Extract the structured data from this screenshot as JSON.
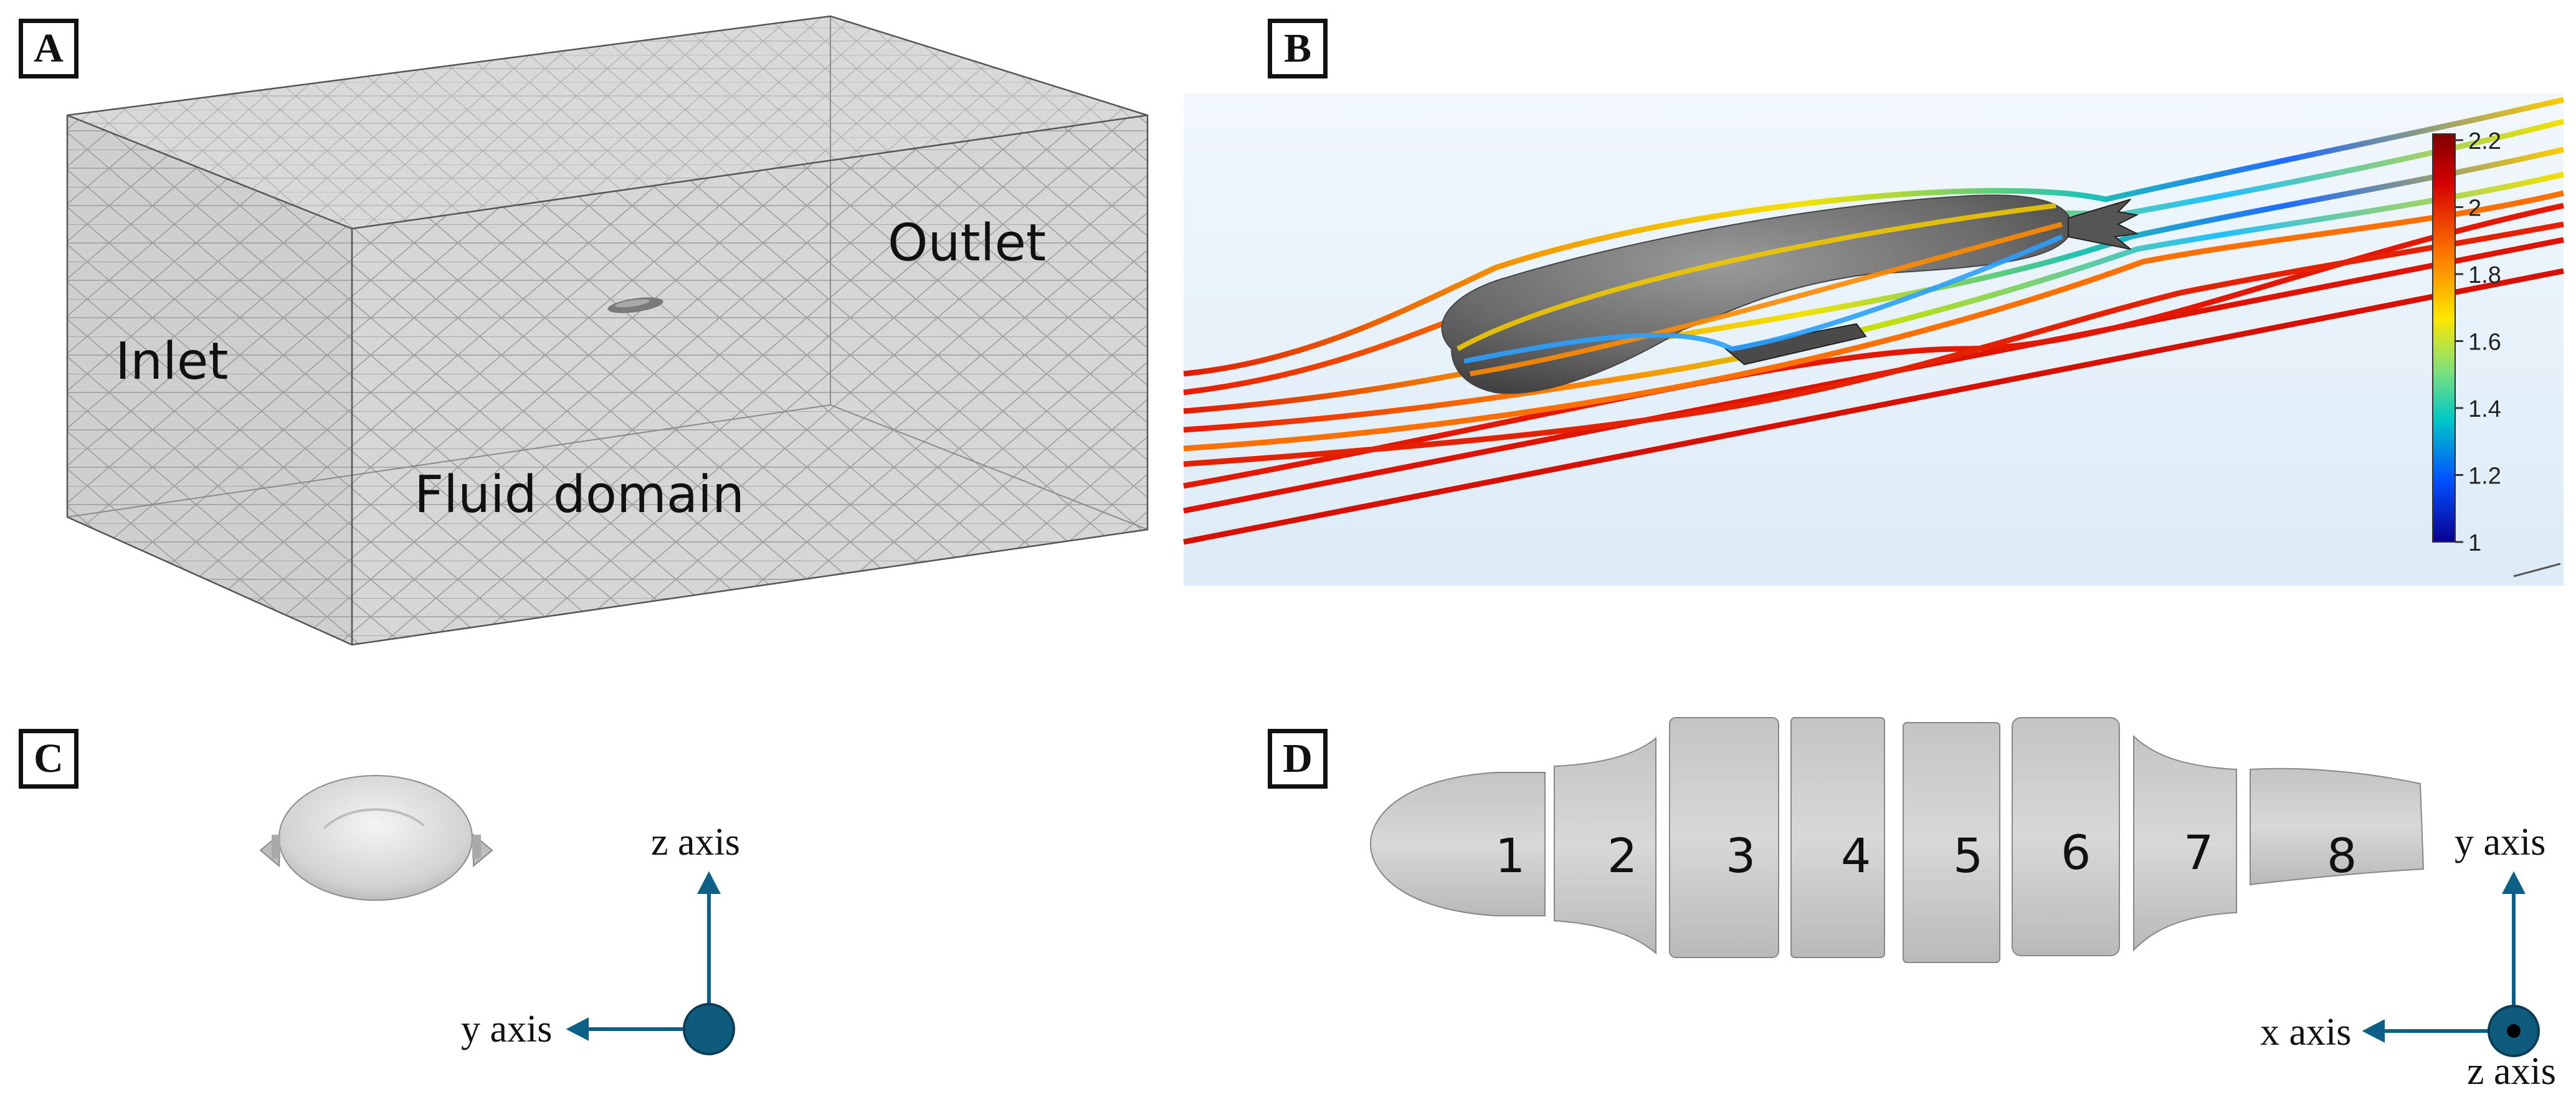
{
  "panels": {
    "a": {
      "letter": "A",
      "labels": {
        "inlet": "Inlet",
        "outlet": "Outlet",
        "fluid_domain": "Fluid domain"
      }
    },
    "b": {
      "letter": "B",
      "colorbar": {
        "ticks": [
          "2.2",
          "2",
          "1.8",
          "1.6",
          "1.4",
          "1.2",
          "1"
        ],
        "colors": [
          "#7f0000",
          "#d40000",
          "#ff7a00",
          "#ffe600",
          "#7fe07a",
          "#00c8c8",
          "#0050ff",
          "#0a008f"
        ]
      }
    },
    "c": {
      "letter": "C",
      "axes": {
        "vertical": "z axis",
        "horizontal": "y axis"
      }
    },
    "d": {
      "letter": "D",
      "segments": [
        "1",
        "2",
        "3",
        "4",
        "5",
        "6",
        "7",
        "8"
      ],
      "axes": {
        "vertical": "y axis",
        "horizontal": "x axis",
        "out_of_page": "z axis"
      }
    }
  },
  "colors": {
    "axis": "#0c5f86",
    "body_gray": "#bdbdbd",
    "domain_gray": "#d3d3d3"
  }
}
